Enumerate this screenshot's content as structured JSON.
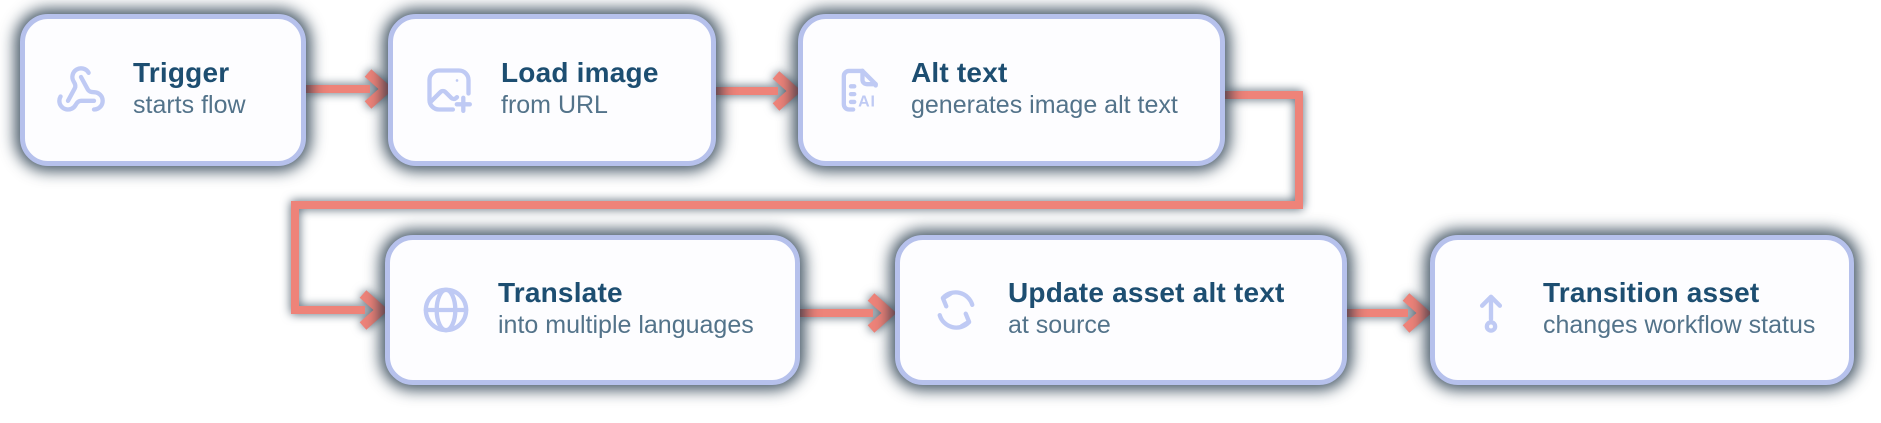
{
  "colors": {
    "border": "#b6c1ec",
    "icon": "#bfcaf4",
    "title": "#1d4e71",
    "sub": "#53738a",
    "arrow": "#ee8379",
    "node-bg": "#fdfdff"
  },
  "nodes": [
    {
      "id": "trigger",
      "title": "Trigger",
      "subtitle": "starts flow",
      "icon": "webhook-icon"
    },
    {
      "id": "load-image",
      "title": "Load image",
      "subtitle": "from URL",
      "icon": "image-plus-icon"
    },
    {
      "id": "alt-text",
      "title": "Alt text",
      "subtitle": "generates image alt text",
      "icon": "ai-document-icon"
    },
    {
      "id": "translate",
      "title": "Translate",
      "subtitle": "into multiple languages",
      "icon": "globe-icon"
    },
    {
      "id": "update-asset",
      "title": "Update asset alt text",
      "subtitle": "at source",
      "icon": "sync-icon"
    },
    {
      "id": "transition-asset",
      "title": "Transition asset",
      "subtitle": "changes workflow status",
      "icon": "transition-up-icon"
    }
  ],
  "edges": [
    {
      "from": "trigger",
      "to": "load-image"
    },
    {
      "from": "load-image",
      "to": "alt-text"
    },
    {
      "from": "alt-text",
      "to": "translate"
    },
    {
      "from": "translate",
      "to": "update-asset"
    },
    {
      "from": "update-asset",
      "to": "transition-asset"
    }
  ],
  "icon_ai_label": "AI"
}
